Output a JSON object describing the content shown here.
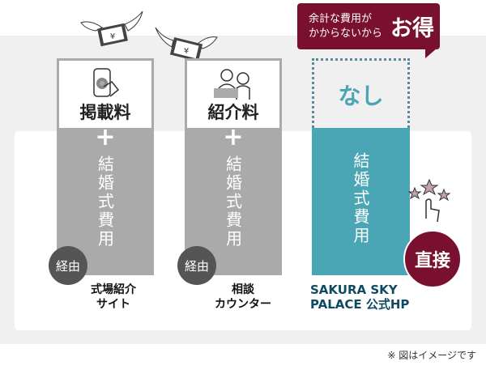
{
  "callout": {
    "line1": "余計な費用が",
    "line2": "かからないから",
    "highlight": "お得"
  },
  "columns": [
    {
      "fee": "掲載料",
      "body": "結婚式費用",
      "badge": "経由",
      "name_line1": "式場紹介",
      "name_line2": "サイト",
      "icon": "smartphone-tap-icon"
    },
    {
      "fee": "紹介料",
      "body": "結婚式費用",
      "badge": "経由",
      "name_line1": "相談",
      "name_line2": "カウンター",
      "icon": "counter-staff-icon"
    },
    {
      "fee": "なし",
      "body": "結婚式費用",
      "badge": "直接",
      "name_line1": "SAKURA SKY",
      "name_line2": "PALACE 公式HP",
      "icon": "sparkle-tap-icon"
    }
  ],
  "plus": "+",
  "money_symbol": "¥",
  "note": "※ 図はイメージです",
  "colors": {
    "accent": "#7a1030",
    "teal": "#4aa6b5",
    "gray": "#aaaaaa",
    "navy": "#0f4a63"
  }
}
